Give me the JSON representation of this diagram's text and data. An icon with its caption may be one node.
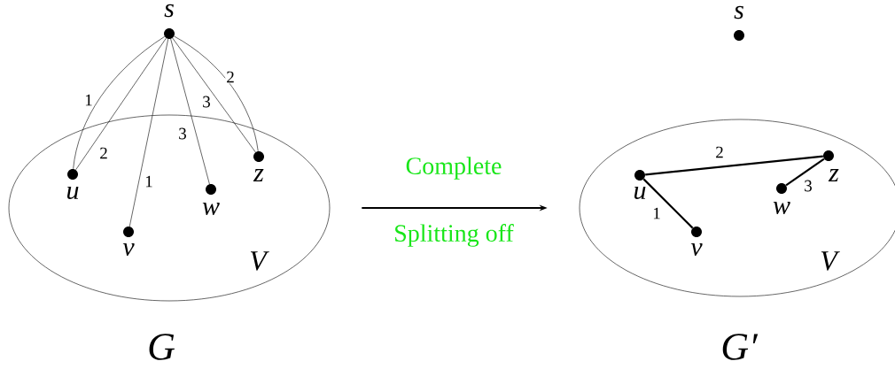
{
  "diagram": {
    "nodes": [
      {
        "text": [
          "V"
        ]
      },
      {
        "text": [
          "s"
        ]
      },
      {
        "text": [
          "u"
        ],
        "in": 0
      },
      {
        "text": [
          "v"
        ],
        "in": 0
      },
      {
        "text": [
          "w"
        ],
        "in": 0
      },
      {
        "text": [
          "z"
        ],
        "in": 0
      },
      {
        "text": [
          "V"
        ]
      },
      {
        "text": [
          "s"
        ]
      },
      {
        "text": [
          "u"
        ],
        "in": 6
      },
      {
        "text": [
          "v"
        ],
        "in": 6
      },
      {
        "text": [
          "w"
        ],
        "in": 6
      },
      {
        "text": [
          "z"
        ],
        "in": 6
      }
    ],
    "edges": [
      {
        "from": 1,
        "to": 2,
        "arrow": "none",
        "label": "1"
      },
      {
        "from": 1,
        "to": 2,
        "arrow": "none",
        "label": "2"
      },
      {
        "from": 1,
        "to": 3,
        "arrow": "none",
        "label": "1"
      },
      {
        "from": 1,
        "to": 4,
        "arrow": "none",
        "label": "3"
      },
      {
        "from": 1,
        "to": 5,
        "arrow": "none",
        "label": "3"
      },
      {
        "from": 1,
        "to": 5,
        "arrow": "none",
        "label": "2"
      },
      {
        "from": 0,
        "to": 6,
        "arrow": "to",
        "label": "Complete",
        "style": "thick",
        "color": "#000000"
      },
      {
        "from": 8,
        "to": 11,
        "arrow": "none",
        "label": "2",
        "style": "thick"
      },
      {
        "from": 8,
        "to": 9,
        "arrow": "none",
        "label": "1",
        "style": "thick"
      },
      {
        "from": 10,
        "to": 11,
        "arrow": "none",
        "label": "3",
        "style": "thick"
      }
    ],
    "labels": [
      "Splitting off",
      "G",
      "G′"
    ]
  }
}
